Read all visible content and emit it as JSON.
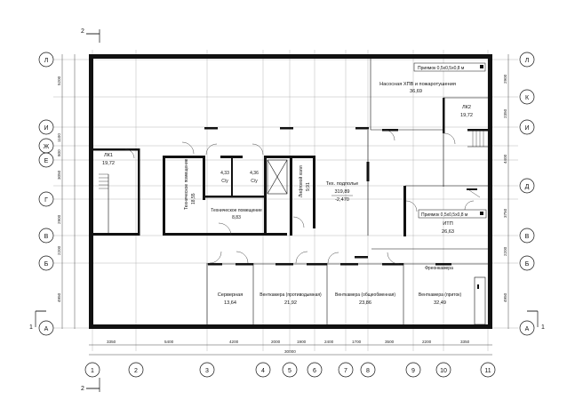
{
  "section_marker": {
    "label": "2"
  },
  "axes_rows": [
    "Л",
    "К",
    "И",
    "Ж",
    "Е",
    "Д",
    "Г",
    "В",
    "Б",
    "А"
  ],
  "axes_cols": [
    "1",
    "2",
    "3",
    "4",
    "5",
    "6",
    "7",
    "8",
    "9",
    "10",
    "11"
  ],
  "level_marker": {
    "label": "1"
  },
  "dims_bottom": [
    "3350",
    "5400",
    "4200",
    "2000",
    "1900",
    "2400",
    "1700",
    "3500",
    "2200",
    "3350"
  ],
  "dim_total": "30000",
  "dims_left": [
    "5200",
    "1100",
    "800",
    "3050",
    "2900",
    "2200",
    "4950"
  ],
  "dims_right": [
    "2900",
    "2350",
    "4400",
    "3750",
    "2200",
    "4950"
  ],
  "rooms": {
    "pump_name": "Насосная ХПВ и пожаротушения",
    "pump_area": "36,69",
    "pit_top": "Приямок 0,5х0,5х0,8 м",
    "lk2_name": "ЛК2",
    "lk2_area": "19,72",
    "lk1_name": "ЛК1",
    "lk1_area": "19,72",
    "tech1_name": "Техническое помещение",
    "tech1_area": "18,55",
    "cu1_name": "С/у",
    "cu1_area": "4,33",
    "cu2_name": "С/у",
    "cu2_area": "4,36",
    "lift_name": "Лифтовой холл",
    "lift_area": "9,91",
    "tech2_name": "Техническое помещение",
    "tech2_area": "8,83",
    "under_name": "Тех. подполье",
    "under_area": "319,89",
    "under_level": "-2,470",
    "pit_itp": "Приямок 0,5х0,5х0,8 м",
    "itp_name": "ИТП",
    "itp_area": "26,63",
    "server_name": "Серверная",
    "server_area": "13,64",
    "vent1_name": "Венткамера (противодымная)",
    "vent1_area": "21,92",
    "vent2_name": "Венткамера (общеобменная)",
    "vent2_area": "23,86",
    "vent3_name": "Венткамера (приток)",
    "vent3_area": "32,49",
    "freon_name": "Фреонкамера"
  }
}
